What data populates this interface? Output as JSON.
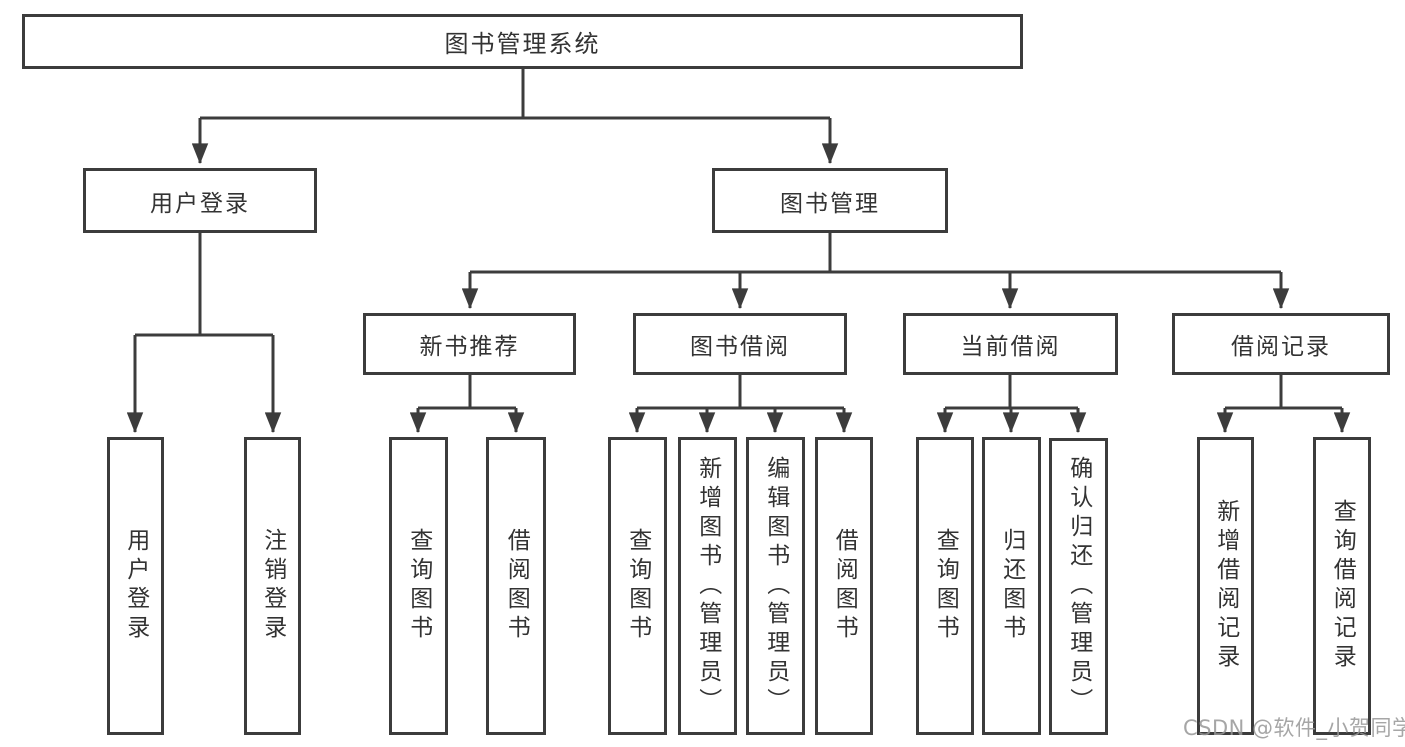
{
  "diagram_title": "图书管理系统",
  "colors": {
    "line": "#3c3c3c",
    "text": "#333333",
    "background": "#ffffff",
    "watermark": "#969696"
  },
  "nodes": {
    "root": "图书管理系统",
    "login_group": "用户登录",
    "mgmt_group": "图书管理",
    "leaf_login": "用户登录",
    "leaf_logout": "注销登录",
    "rec": "新书推荐",
    "borrow": "图书借阅",
    "current": "当前借阅",
    "records": "借阅记录",
    "rec_query": "查询图书",
    "rec_borrow": "借阅图书",
    "borrow_query": "查询图书",
    "borrow_add": "新增图书（管理员）",
    "borrow_edit": "编辑图书（管理员）",
    "borrow_borrow": "借阅图书",
    "current_query": "查询图书",
    "current_return": "归还图书",
    "current_confirm": "确认归还（管理员）",
    "records_add": "新增借阅记录",
    "records_query": "查询借阅记录"
  },
  "edges": [
    {
      "from": "图书管理系统",
      "to": "用户登录"
    },
    {
      "from": "图书管理系统",
      "to": "图书管理"
    },
    {
      "from": "用户登录",
      "to": "用户登录"
    },
    {
      "from": "用户登录",
      "to": "注销登录"
    },
    {
      "from": "图书管理",
      "to": "新书推荐"
    },
    {
      "from": "图书管理",
      "to": "图书借阅"
    },
    {
      "from": "图书管理",
      "to": "当前借阅"
    },
    {
      "from": "图书管理",
      "to": "借阅记录"
    },
    {
      "from": "新书推荐",
      "to": "查询图书"
    },
    {
      "from": "新书推荐",
      "to": "借阅图书"
    },
    {
      "from": "图书借阅",
      "to": "查询图书"
    },
    {
      "from": "图书借阅",
      "to": "新增图书（管理员）"
    },
    {
      "from": "图书借阅",
      "to": "编辑图书（管理员）"
    },
    {
      "from": "图书借阅",
      "to": "借阅图书"
    },
    {
      "from": "当前借阅",
      "to": "查询图书"
    },
    {
      "from": "当前借阅",
      "to": "归还图书"
    },
    {
      "from": "当前借阅",
      "to": "确认归还（管理员）"
    },
    {
      "from": "借阅记录",
      "to": "新增借阅记录"
    },
    {
      "from": "借阅记录",
      "to": "查询借阅记录"
    }
  ],
  "watermark": "CSDN @软件_小贺同学"
}
